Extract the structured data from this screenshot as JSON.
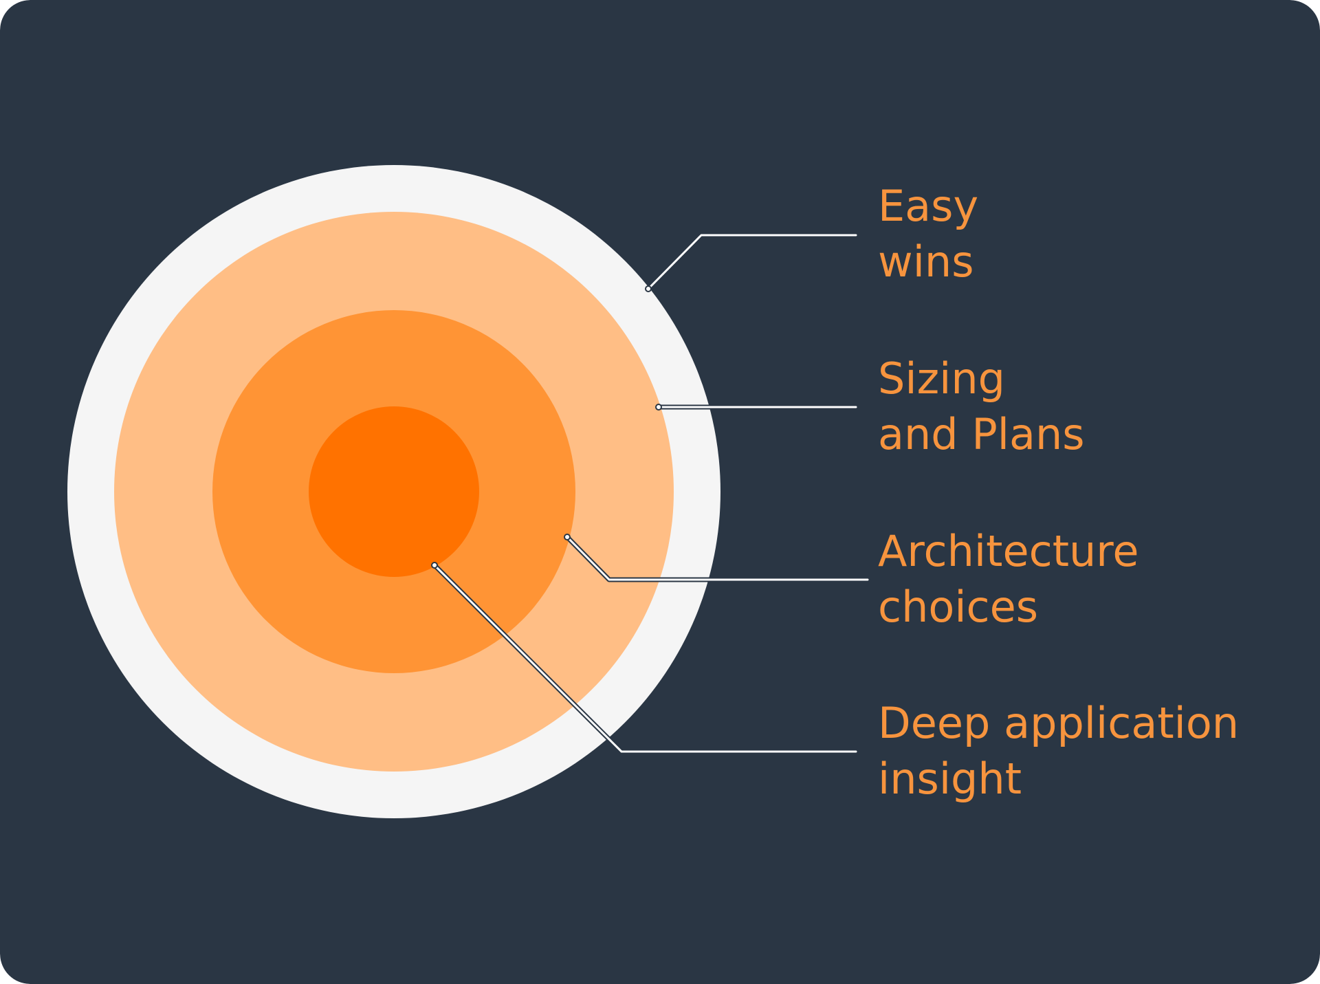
{
  "colors": {
    "background": "#2a3644",
    "outer_ring": "#f5f5f5",
    "ring_light": "#ffbe85",
    "ring_mid": "#ff9435",
    "core": "#ff7200",
    "label_text": "#f7943e",
    "leader_line": "#ffffff"
  },
  "layers": [
    {
      "id": "easy-wins",
      "lines": [
        "Easy",
        "wins"
      ]
    },
    {
      "id": "sizing-and-plans",
      "lines": [
        "Sizing",
        "and Plans"
      ]
    },
    {
      "id": "architecture-choices",
      "lines": [
        "Architecture",
        "choices"
      ]
    },
    {
      "id": "deep-application-insight",
      "lines": [
        "Deep application",
        "insight"
      ]
    }
  ]
}
